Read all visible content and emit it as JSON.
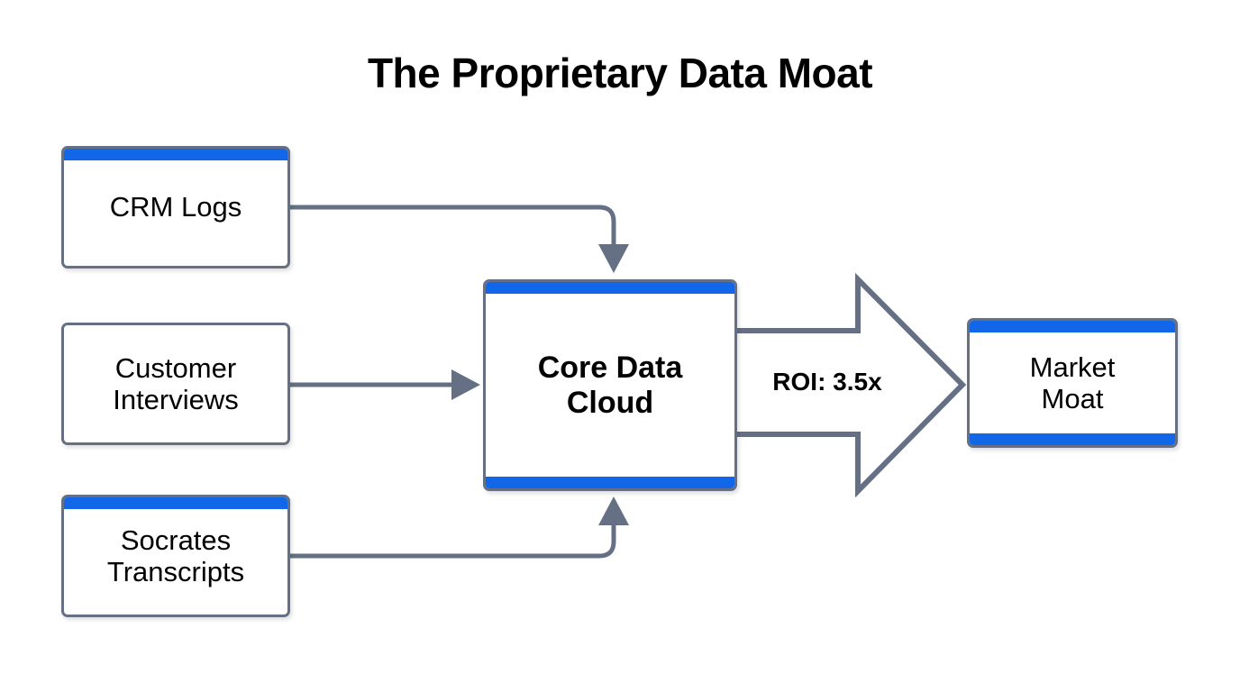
{
  "title": "The Proprietary Data Moat",
  "theme": {
    "accent_blue": "#1266e8",
    "outline_gray": "#667085",
    "text_black": "#000000",
    "background": "#ffffff"
  },
  "nodes": {
    "sources": [
      {
        "id": "crm-logs",
        "label": "CRM Logs",
        "accent_top": true,
        "accent_bottom": false
      },
      {
        "id": "customer-interviews",
        "label": "Customer\nInterviews",
        "accent_top": false,
        "accent_bottom": false
      },
      {
        "id": "socrates",
        "label": "Socrates\nTranscripts",
        "accent_top": true,
        "accent_bottom": false
      }
    ],
    "core": {
      "id": "core-data-cloud",
      "label": "Core Data\nCloud",
      "accent_top": true,
      "accent_bottom": true
    },
    "outcome": {
      "id": "market-moat",
      "label": "Market\nMoat",
      "accent_top": true,
      "accent_bottom": true
    }
  },
  "connectors": [
    {
      "from": "crm-logs",
      "to": "core-data-cloud",
      "style": "elbow-right-down",
      "arrowhead": "down"
    },
    {
      "from": "customer-interviews",
      "to": "core-data-cloud",
      "style": "straight-right",
      "arrowhead": "right"
    },
    {
      "from": "socrates",
      "to": "core-data-cloud",
      "style": "elbow-right-up",
      "arrowhead": "up"
    }
  ],
  "block_arrow": {
    "from": "core-data-cloud",
    "to": "market-moat",
    "label": "ROI: 3.5x",
    "direction": "right"
  }
}
